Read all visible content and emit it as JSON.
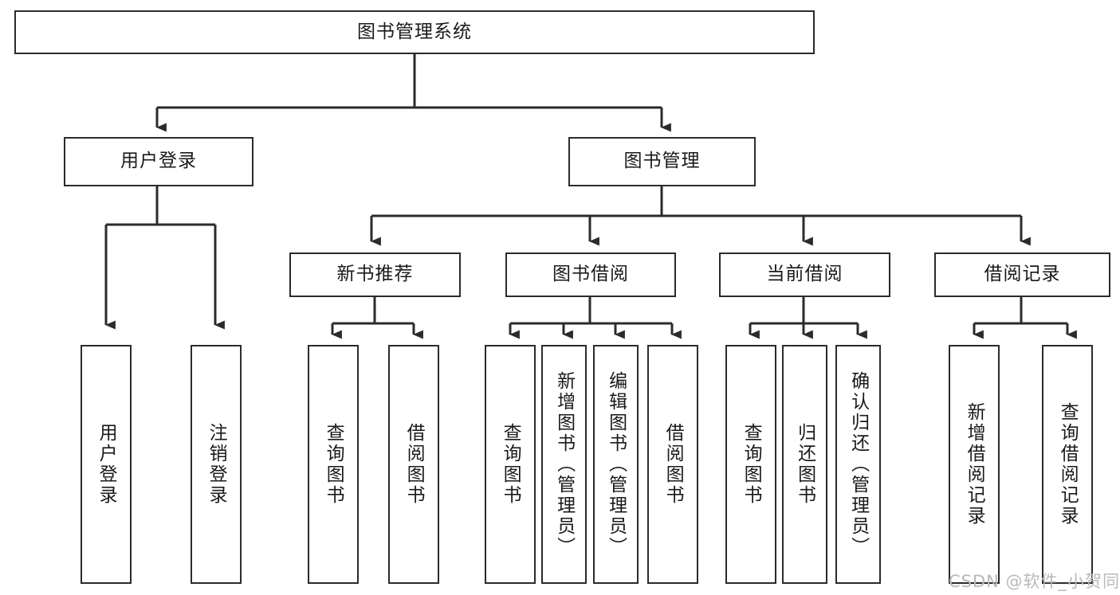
{
  "diagram": {
    "type": "tree-hierarchy-flowchart",
    "title": "图书管理系统",
    "levels": [
      {
        "level": 1,
        "nodes": [
          {
            "id": "root",
            "label": "图书管理系统",
            "orientation": "horizontal"
          }
        ]
      },
      {
        "level": 2,
        "nodes": [
          {
            "id": "user-login",
            "label": "用户登录",
            "orientation": "horizontal",
            "parent": "root"
          },
          {
            "id": "book-manage",
            "label": "图书管理",
            "orientation": "horizontal",
            "parent": "root"
          }
        ]
      },
      {
        "level": 3,
        "nodes": [
          {
            "id": "new-book-rec",
            "label": "新书推荐",
            "orientation": "horizontal",
            "parent": "book-manage"
          },
          {
            "id": "book-borrow",
            "label": "图书借阅",
            "orientation": "horizontal",
            "parent": "book-manage"
          },
          {
            "id": "current-borrow",
            "label": "当前借阅",
            "orientation": "horizontal",
            "parent": "book-manage"
          },
          {
            "id": "borrow-record",
            "label": "借阅记录",
            "orientation": "horizontal",
            "parent": "book-manage"
          }
        ]
      },
      {
        "level": 4,
        "nodes": [
          {
            "id": "leaf-user-login",
            "label": "用户登录",
            "orientation": "vertical",
            "parent": "user-login"
          },
          {
            "id": "leaf-user-logout",
            "label": "注销登录",
            "orientation": "vertical",
            "parent": "user-login"
          },
          {
            "id": "leaf-query-book-1",
            "label": "查询图书",
            "orientation": "vertical",
            "parent": "new-book-rec"
          },
          {
            "id": "leaf-borrow-book-1",
            "label": "借阅图书",
            "orientation": "vertical",
            "parent": "new-book-rec"
          },
          {
            "id": "leaf-query-book-2",
            "label": "查询图书",
            "orientation": "vertical",
            "parent": "book-borrow"
          },
          {
            "id": "leaf-add-book",
            "label": "新增图书（管理员）",
            "orientation": "vertical",
            "parent": "book-borrow"
          },
          {
            "id": "leaf-edit-book",
            "label": "编辑图书（管理员）",
            "orientation": "vertical",
            "parent": "book-borrow"
          },
          {
            "id": "leaf-borrow-book-2",
            "label": "借阅图书",
            "orientation": "vertical",
            "parent": "book-borrow"
          },
          {
            "id": "leaf-query-book-3",
            "label": "查询图书",
            "orientation": "vertical",
            "parent": "current-borrow"
          },
          {
            "id": "leaf-return-book",
            "label": "归还图书",
            "orientation": "vertical",
            "parent": "current-borrow"
          },
          {
            "id": "leaf-confirm-return",
            "label": "确认归还（管理员）",
            "orientation": "vertical",
            "parent": "current-borrow"
          },
          {
            "id": "leaf-add-record",
            "label": "新增借阅记录",
            "orientation": "vertical",
            "parent": "borrow-record"
          },
          {
            "id": "leaf-query-record",
            "label": "查询借阅记录",
            "orientation": "vertical",
            "parent": "borrow-record"
          }
        ]
      }
    ]
  },
  "watermark": {
    "text": "CSDN @软件_小贺同学"
  },
  "colors": {
    "stroke": "#2b2b2b",
    "background": "#ffffff",
    "text": "#1a1a1a",
    "watermark": "#b9b9b9"
  }
}
